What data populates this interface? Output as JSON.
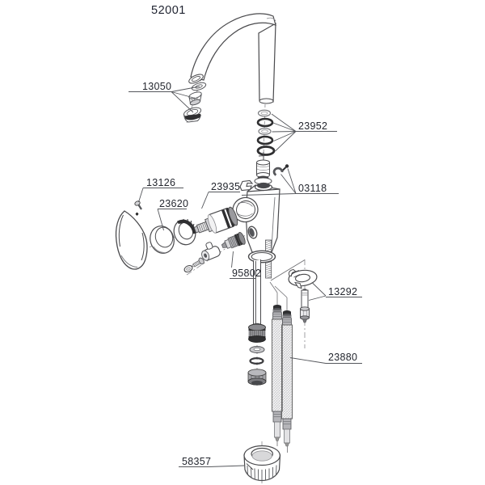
{
  "diagram": {
    "title": "52001",
    "parts": [
      {
        "number": "13050"
      },
      {
        "number": "23952"
      },
      {
        "number": "13126"
      },
      {
        "number": "23620"
      },
      {
        "number": "23935"
      },
      {
        "number": "03118"
      },
      {
        "number": "95802"
      },
      {
        "number": "13292"
      },
      {
        "number": "23880"
      },
      {
        "number": "58357"
      }
    ],
    "colors": {
      "background": "#ffffff",
      "line": "#4a4a4d",
      "label_text": "#23262e",
      "dark_part": "#2f2f31",
      "mid_gray": "#9a9a9e"
    }
  }
}
